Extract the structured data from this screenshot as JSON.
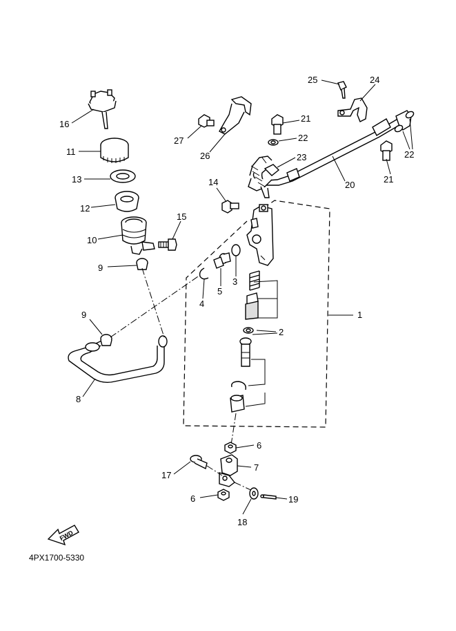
{
  "diagram": {
    "code": "4PX1700-5330",
    "fwd_label": "FWD",
    "callouts": [
      {
        "id": "c1",
        "text": "1"
      },
      {
        "id": "c2",
        "text": "2"
      },
      {
        "id": "c3",
        "text": "3"
      },
      {
        "id": "c4",
        "text": "4"
      },
      {
        "id": "c5",
        "text": "5"
      },
      {
        "id": "c6a",
        "text": "6"
      },
      {
        "id": "c6b",
        "text": "6"
      },
      {
        "id": "c7",
        "text": "7"
      },
      {
        "id": "c8",
        "text": "8"
      },
      {
        "id": "c9a",
        "text": "9"
      },
      {
        "id": "c9b",
        "text": "9"
      },
      {
        "id": "c10",
        "text": "10"
      },
      {
        "id": "c11",
        "text": "11"
      },
      {
        "id": "c12",
        "text": "12"
      },
      {
        "id": "c13",
        "text": "13"
      },
      {
        "id": "c14",
        "text": "14"
      },
      {
        "id": "c15",
        "text": "15"
      },
      {
        "id": "c16",
        "text": "16"
      },
      {
        "id": "c17",
        "text": "17"
      },
      {
        "id": "c18",
        "text": "18"
      },
      {
        "id": "c19",
        "text": "19"
      },
      {
        "id": "c20",
        "text": "20"
      },
      {
        "id": "c21a",
        "text": "21"
      },
      {
        "id": "c21b",
        "text": "21"
      },
      {
        "id": "c22a",
        "text": "22"
      },
      {
        "id": "c22b",
        "text": "22"
      },
      {
        "id": "c23",
        "text": "23"
      },
      {
        "id": "c24",
        "text": "24"
      },
      {
        "id": "c25",
        "text": "25"
      },
      {
        "id": "c26",
        "text": "26"
      },
      {
        "id": "c27",
        "text": "27"
      }
    ]
  }
}
